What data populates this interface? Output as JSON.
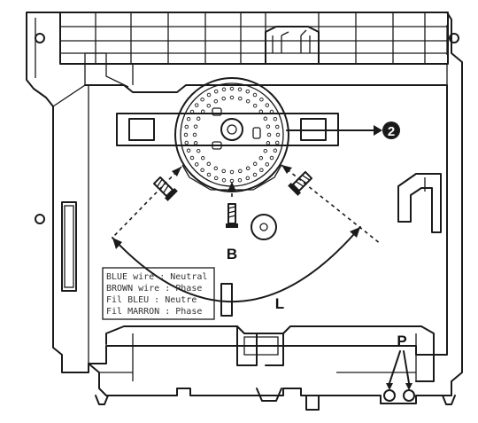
{
  "callout_number": "2",
  "labels": {
    "screw": "B",
    "arc": "L",
    "tabs": "P"
  },
  "wiring_label": {
    "lines": [
      "BLUE wire : Neutral",
      "BROWN wire : Phase",
      "Fil BLEU : Neutre",
      "Fil MARRON : Phase"
    ]
  }
}
